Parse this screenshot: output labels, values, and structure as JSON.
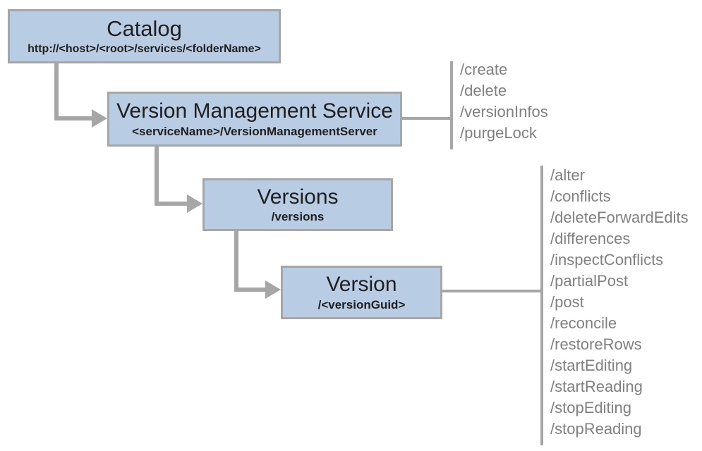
{
  "diagram": {
    "nodes": [
      {
        "id": "catalog",
        "title": "Catalog",
        "subtitle": "http://<host>/<root>/services/<folderName>"
      },
      {
        "id": "version-management-service",
        "title": "Version Management Service",
        "subtitle": "<serviceName>/VersionManagementServer"
      },
      {
        "id": "versions",
        "title": "Versions",
        "subtitle": "/versions"
      },
      {
        "id": "version",
        "title": "Version",
        "subtitle": "/<versionGuid>"
      }
    ],
    "operation_lists": [
      {
        "attached_to": "Version Management Service",
        "items": [
          "/create",
          "/delete",
          "/versionInfos",
          "/purgeLock"
        ]
      },
      {
        "attached_to": "Version",
        "items": [
          "/alter",
          "/conflicts",
          "/deleteForwardEdits",
          "/differences",
          "/inspectConflicts",
          "/partialPost",
          "/post",
          "/reconcile",
          "/restoreRows",
          "/startEditing",
          "/startReading",
          "/stopEditing",
          "/stopReading"
        ]
      }
    ],
    "colors": {
      "node_fill": "#b8cce4",
      "node_border": "#a6a6a6",
      "connector": "#a6a6a6",
      "operation_text": "#808080",
      "node_text": "#1f1f1f",
      "background": "#ffffff"
    }
  }
}
